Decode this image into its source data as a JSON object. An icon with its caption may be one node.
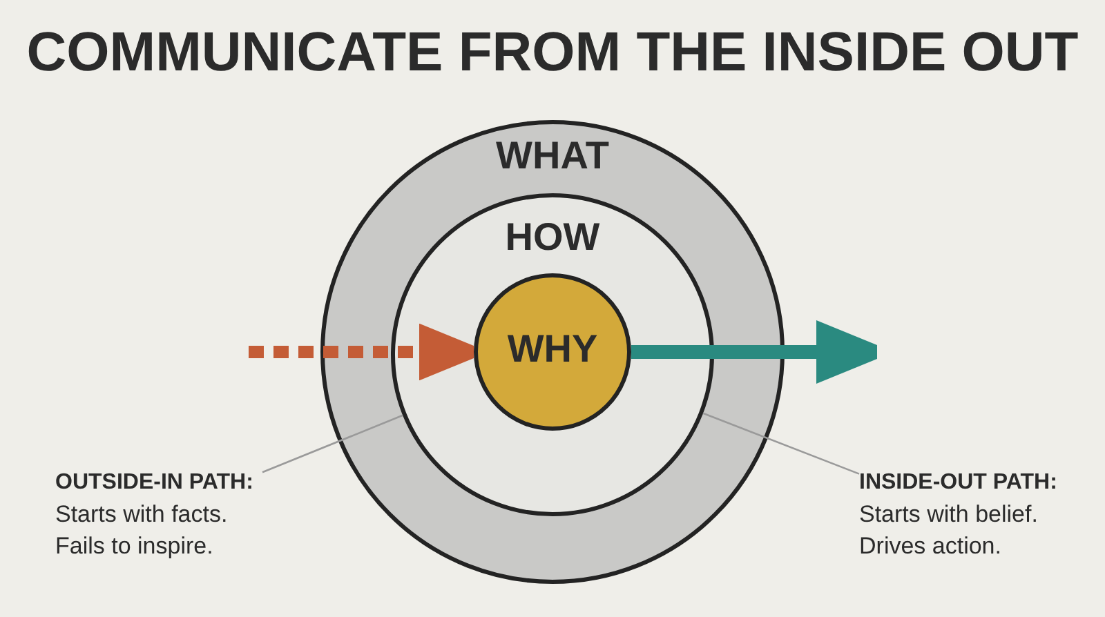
{
  "diagram": {
    "title": "COMMUNICATE FROM THE INSIDE OUT",
    "nodes": [
      {
        "text": [
          "WHAT"
        ]
      },
      {
        "text": [
          "HOW"
        ],
        "in": 0
      },
      {
        "text": [
          "WHY"
        ],
        "in": 1
      },
      {
        "text": [
          "OUTSIDE-IN PATH:",
          "Starts with facts. Fails to inspire."
        ]
      },
      {
        "text": [
          "INSIDE-OUT PATH:",
          "Starts with belief. Drives action."
        ]
      }
    ],
    "edges": [
      {
        "from": null,
        "to": 2,
        "arrow": "to",
        "style": "dashed",
        "color": "#c45c36"
      },
      {
        "from": 2,
        "to": null,
        "arrow": "to",
        "style": "thick",
        "color": "#2a8a80"
      },
      {
        "from": 3,
        "to": 1,
        "arrow": "none",
        "color": "#9a9a9a"
      },
      {
        "from": 4,
        "to": 1,
        "arrow": "none",
        "color": "#9a9a9a"
      }
    ]
  }
}
